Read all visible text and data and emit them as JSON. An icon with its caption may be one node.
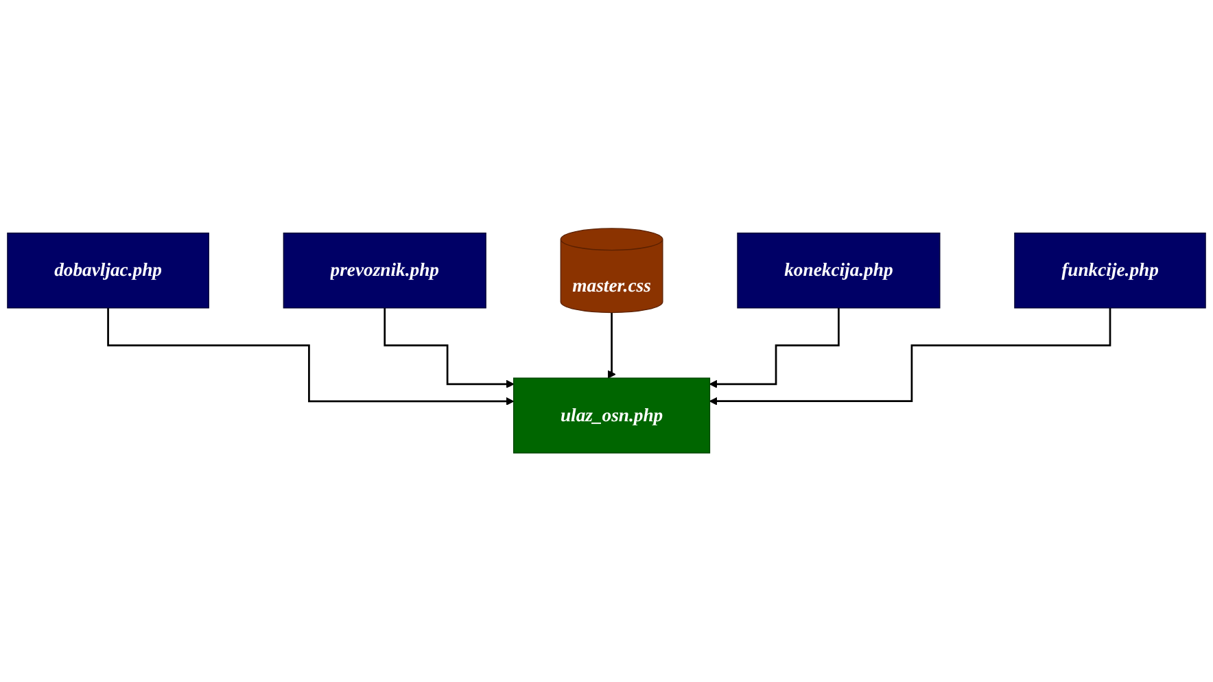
{
  "diagram": {
    "nodes": [
      {
        "text": [
          "dobavljac.php"
        ]
      },
      {
        "text": [
          "prevoznik.php"
        ]
      },
      {
        "text": [
          "ulaz_osn.php"
        ]
      },
      {
        "text": [
          "master.css"
        ]
      },
      {
        "text": [
          "konekcija.php"
        ]
      },
      {
        "text": [
          "funkcije.php"
        ]
      }
    ],
    "edges": [
      {
        "from": 0,
        "to": 2,
        "arrow": "to"
      },
      {
        "from": 1,
        "to": 2,
        "arrow": "to"
      },
      {
        "from": 3,
        "to": 2,
        "arrow": "to"
      },
      {
        "from": 4,
        "to": 2,
        "arrow": "to"
      },
      {
        "from": 5,
        "to": 2,
        "arrow": "to"
      }
    ]
  }
}
